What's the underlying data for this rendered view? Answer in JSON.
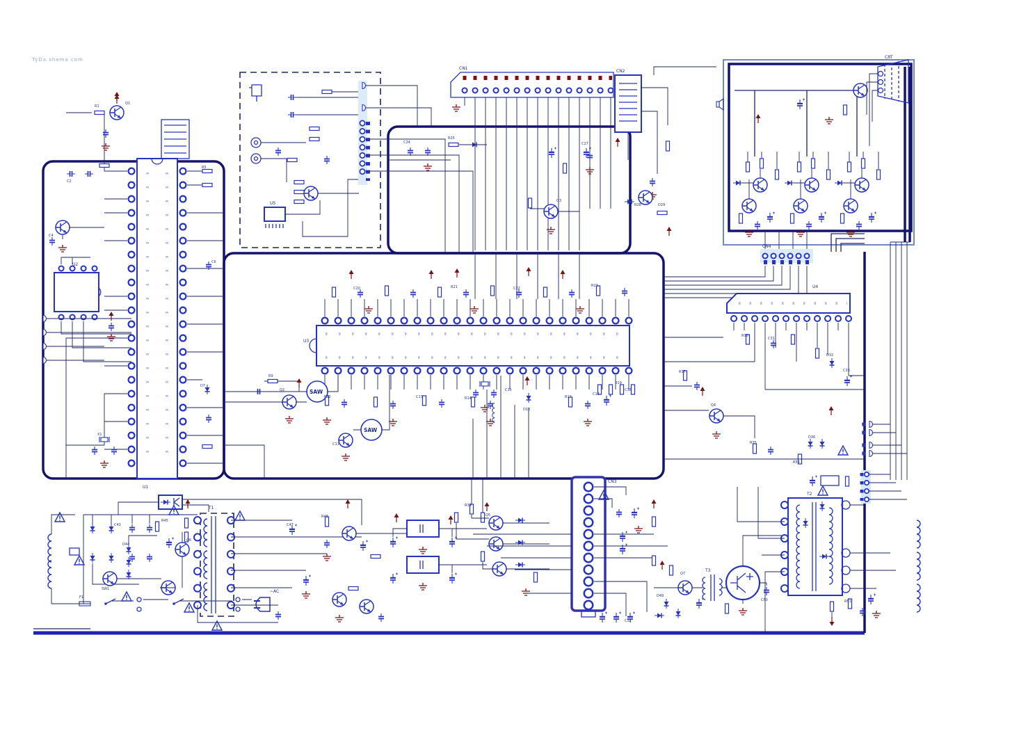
{
  "watermark": "TyDa shema com",
  "labels": {
    "saw": "SAW",
    "u1": "U1",
    "u2": "U2",
    "u3": "U3",
    "u4": "U4",
    "u5": "U5",
    "t1": "T1",
    "t2": "T2",
    "t3": "T3",
    "cn1": "CN1",
    "cn2": "CN2",
    "cn3": "CN3",
    "cn4": "CN4",
    "crt": "CRT",
    "ac": "~AC"
  },
  "part_labels": [
    "R1",
    "C2",
    "Q1",
    "C4",
    "R5",
    "C6",
    "D7",
    "X1",
    "R9",
    "Q2",
    "C11",
    "R12",
    "C13",
    "R14",
    "C15",
    "D16",
    "R17",
    "C18",
    "R19",
    "C20",
    "R21",
    "C22",
    "R23",
    "C24",
    "R25",
    "Q3",
    "C27",
    "R28",
    "D29",
    "R30",
    "C31",
    "D32",
    "C33",
    "Q4",
    "R35",
    "D36",
    "R37",
    "C38",
    "R39",
    "Q5",
    "F1",
    "SW1",
    "C43",
    "D44",
    "R45",
    "Q6",
    "C47",
    "R48",
    "D49",
    "Q7",
    "C50",
    "R51",
    "C52",
    "R53"
  ],
  "colors": {
    "wire": "#1c2566",
    "component": "#2434c0",
    "border": "#14146e",
    "pad": "#7a1212",
    "bus": "#2222b2"
  }
}
